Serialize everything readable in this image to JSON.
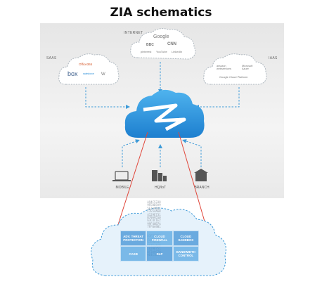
{
  "title": "ZIA schematics",
  "labels": {
    "internet": "INTERNET",
    "saas": "SAAS",
    "iaas": "IAAS"
  },
  "internet_cloud": {
    "google": "Google",
    "bbc": "BBC",
    "cnn": "CNN",
    "pinterest": "pinterest",
    "youtube": "YouTube",
    "linkedin": "LinkedIn"
  },
  "saas_cloud": {
    "office": "Office365",
    "box": "box",
    "salesforce": "salesforce",
    "w": "W"
  },
  "iaas_cloud": {
    "amazon": "amazon webservices",
    "azure": "Microsoft Azure",
    "gcp": "Google Cloud Platform"
  },
  "nodes": {
    "mobile": "MOBILE",
    "hq": "HQ/IoT",
    "branch": "BRANCH"
  },
  "services": [
    {
      "label": "ADV. THREAT PROTECTION"
    },
    {
      "label": "CLOUD FIREWALL"
    },
    {
      "label": "CLOUD SANDBOX"
    },
    {
      "label": "CASB"
    },
    {
      "label": "DLP"
    },
    {
      "label": "BANDWIDTH CONTROL"
    }
  ],
  "colors": {
    "accent": "#2a8ed8",
    "arrow": "#e0463a",
    "dash": "#3d9ad8"
  }
}
